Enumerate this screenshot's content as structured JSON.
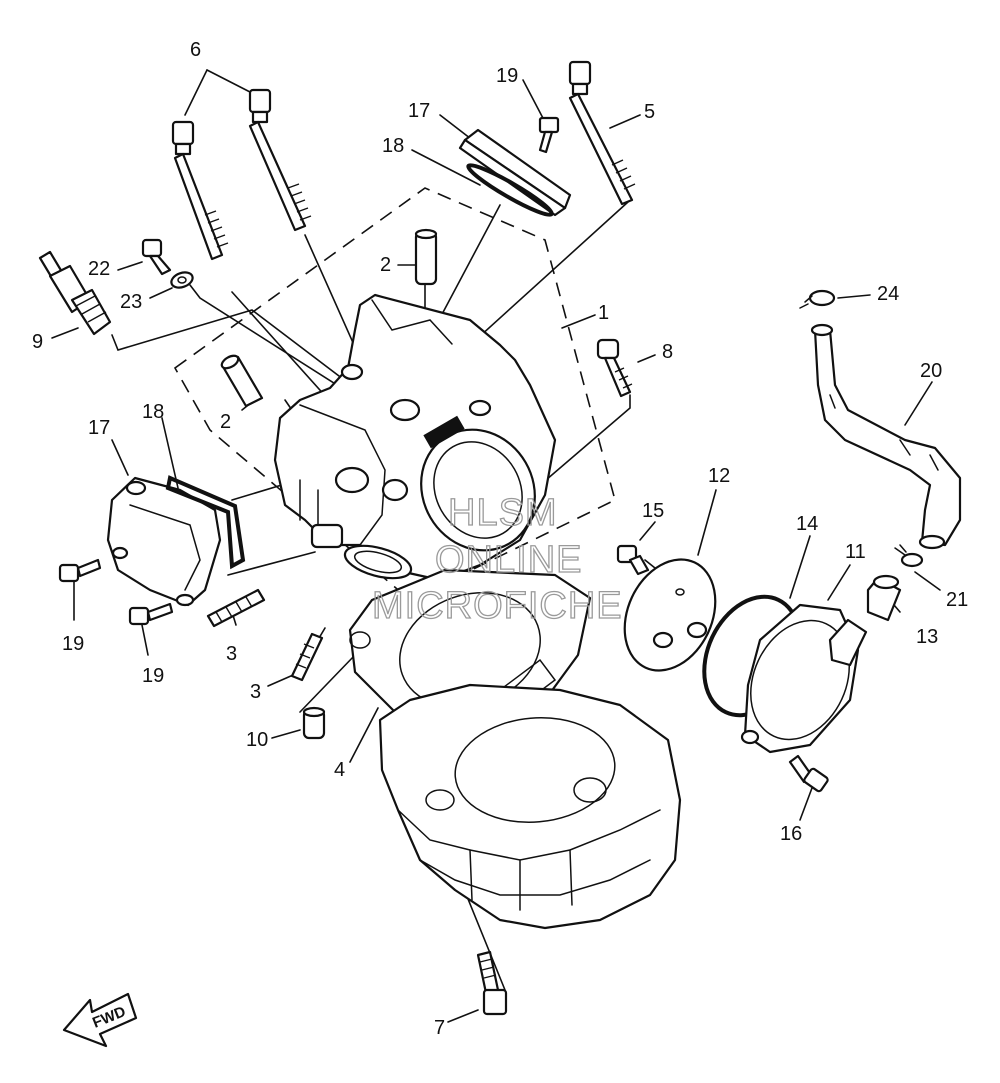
{
  "watermark": {
    "lines": [
      "HLSM",
      "ONLINE",
      "MICROFICHE"
    ],
    "color": "#9a9a9a"
  },
  "direction_indicator": {
    "label": "FWD",
    "icon": "arrow-left-down-icon"
  },
  "callouts": [
    {
      "id": "callout-1",
      "label": "1"
    },
    {
      "id": "callout-2a",
      "label": "2"
    },
    {
      "id": "callout-2b",
      "label": "2"
    },
    {
      "id": "callout-3a",
      "label": "3"
    },
    {
      "id": "callout-3b",
      "label": "3"
    },
    {
      "id": "callout-4",
      "label": "4"
    },
    {
      "id": "callout-5",
      "label": "5"
    },
    {
      "id": "callout-6",
      "label": "6"
    },
    {
      "id": "callout-7",
      "label": "7"
    },
    {
      "id": "callout-8",
      "label": "8"
    },
    {
      "id": "callout-9",
      "label": "9"
    },
    {
      "id": "callout-10",
      "label": "10"
    },
    {
      "id": "callout-11",
      "label": "11"
    },
    {
      "id": "callout-12",
      "label": "12"
    },
    {
      "id": "callout-13",
      "label": "13"
    },
    {
      "id": "callout-14",
      "label": "14"
    },
    {
      "id": "callout-15",
      "label": "15"
    },
    {
      "id": "callout-16",
      "label": "16"
    },
    {
      "id": "callout-17a",
      "label": "17"
    },
    {
      "id": "callout-17b",
      "label": "17"
    },
    {
      "id": "callout-18a",
      "label": "18"
    },
    {
      "id": "callout-18b",
      "label": "18"
    },
    {
      "id": "callout-19a",
      "label": "19"
    },
    {
      "id": "callout-19b",
      "label": "19"
    },
    {
      "id": "callout-19c",
      "label": "19"
    },
    {
      "id": "callout-20",
      "label": "20"
    },
    {
      "id": "callout-21",
      "label": "21"
    },
    {
      "id": "callout-22",
      "label": "22"
    },
    {
      "id": "callout-23",
      "label": "23"
    },
    {
      "id": "callout-24",
      "label": "24"
    }
  ]
}
